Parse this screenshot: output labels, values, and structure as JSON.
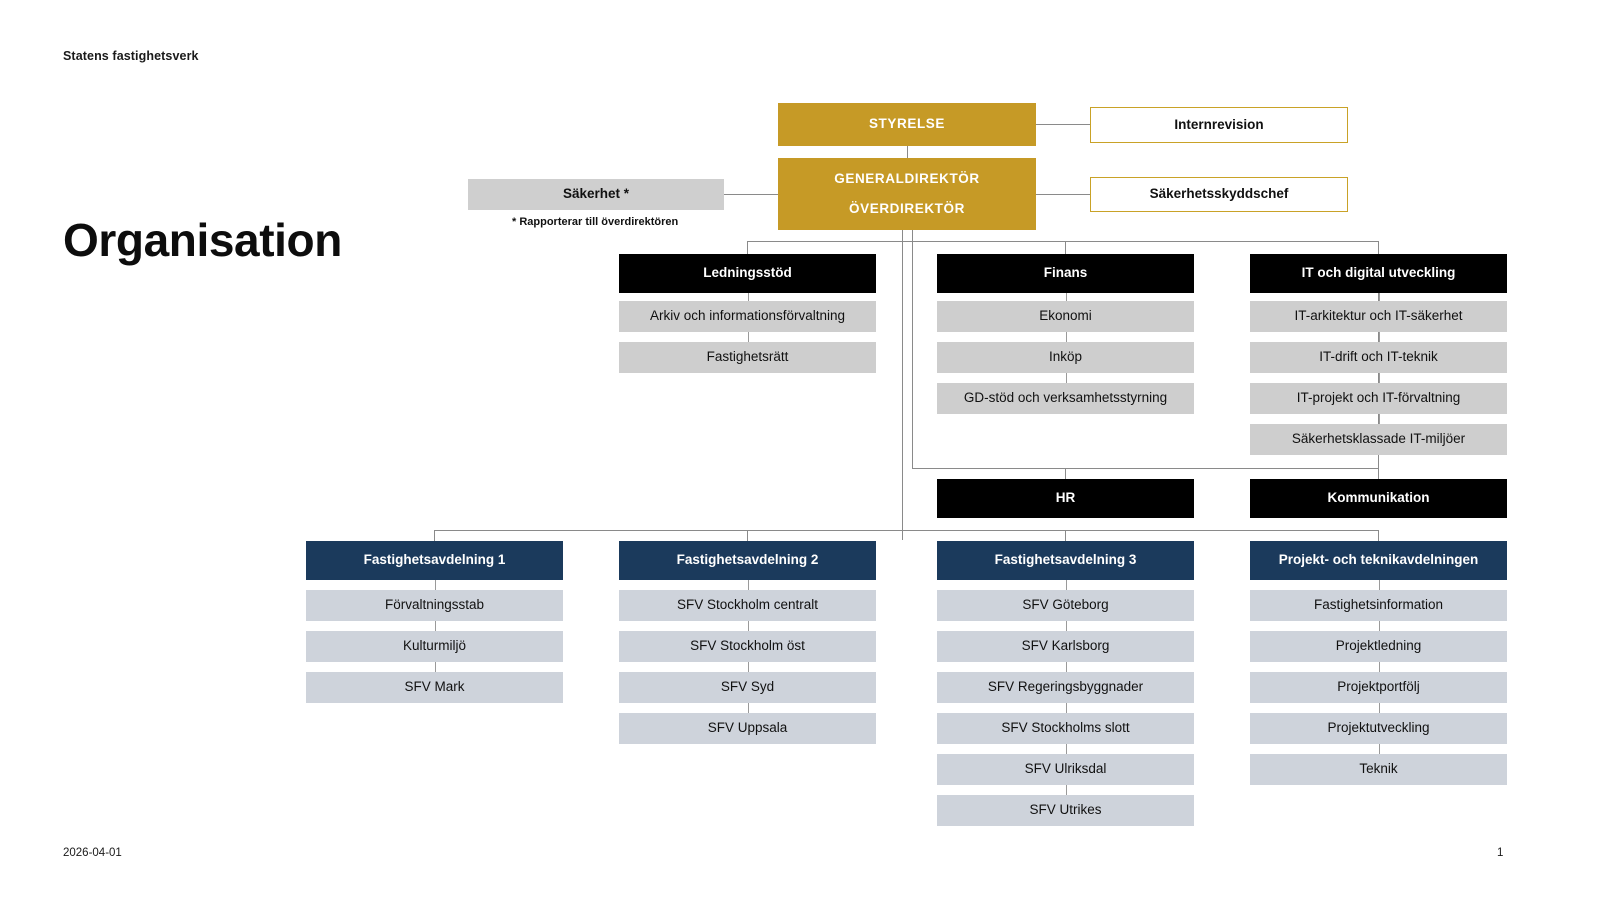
{
  "brand": "Statens fastighetsverk",
  "title": "Organisation",
  "footer": {
    "date": "2026-04-01",
    "page": "1"
  },
  "colors": {
    "gold": "#C69A26",
    "gold_border": "#C9A227",
    "navy": "#1B3A5C",
    "black": "#000000",
    "grey_box": "#CFCFCF",
    "grey_sub": "#CECECE",
    "blue_sub": "#CED3DB",
    "connector": "#8a8a8a"
  },
  "top": {
    "styrelse": "STYRELSE",
    "internrevision": "Internrevision",
    "generaldirektor": "GENERALDIREKTÖR",
    "overdirektor": "ÖVERDIREKTÖR",
    "sakerhet": "Säkerhet *",
    "sakerhetsskyddschef": "Säkerhetsskyddschef",
    "footnote": "*  Rapporterar till överdirektören"
  },
  "staff_columns": [
    {
      "header": "Ledningsstöd",
      "items": [
        "Arkiv och informationsförvaltning",
        "Fastighetsrätt"
      ]
    },
    {
      "header": "Finans",
      "items": [
        "Ekonomi",
        "Inköp",
        "GD-stöd och verksamhetsstyrning"
      ]
    },
    {
      "header": "IT och digital utveckling",
      "items": [
        "IT-arkitektur och IT-säkerhet",
        "IT-drift och IT-teknik",
        "IT-projekt och IT-förvaltning",
        "Säkerhetsklassade IT-miljöer"
      ]
    }
  ],
  "staff_row2": [
    {
      "header": "HR"
    },
    {
      "header": "Kommunikation"
    }
  ],
  "divisions": [
    {
      "header": "Fastighetsavdelning 1",
      "items": [
        "Förvaltningsstab",
        "Kulturmiljö",
        "SFV Mark"
      ]
    },
    {
      "header": "Fastighetsavdelning 2",
      "items": [
        "SFV Stockholm centralt",
        "SFV Stockholm öst",
        "SFV Syd",
        "SFV Uppsala"
      ]
    },
    {
      "header": "Fastighetsavdelning 3",
      "items": [
        "SFV Göteborg",
        "SFV Karlsborg",
        "SFV Regeringsbyggnader",
        "SFV Stockholms slott",
        "SFV Ulriksdal",
        "SFV Utrikes"
      ]
    },
    {
      "header": "Projekt- och teknikavdelningen",
      "items": [
        "Fastighetsinformation",
        "Projektledning",
        "Projektportfölj",
        "Projektutveckling",
        "Teknik"
      ]
    }
  ]
}
